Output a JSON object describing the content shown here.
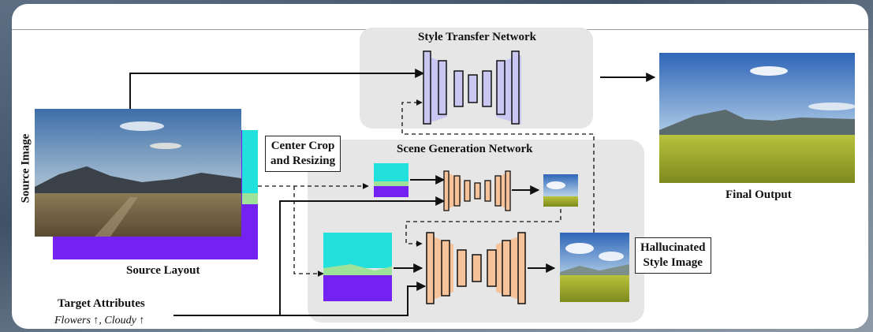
{
  "labels": {
    "style_transfer_network": "Style Transfer Network",
    "scene_generation_network": "Scene Generation Network",
    "source_image": "Source Image",
    "source_layout": "Source Layout",
    "center_crop_line1": "Center Crop",
    "center_crop_line2": "and Resizing",
    "final_output": "Final Output",
    "hallucinated_line1": "Hallucinated",
    "hallucinated_line2": "Style Image",
    "target_attributes": "Target Attributes",
    "attributes_value": "Flowers ↑, Cloudy ↑"
  },
  "colors": {
    "network_panel": "#e6e6e6",
    "style_blocks": "#c9c6f2",
    "scene_blocks": "#f6c29a",
    "layout_purple": "#7422f2",
    "layout_cyan": "#22e0dc",
    "layout_green": "#9fe39a"
  }
}
